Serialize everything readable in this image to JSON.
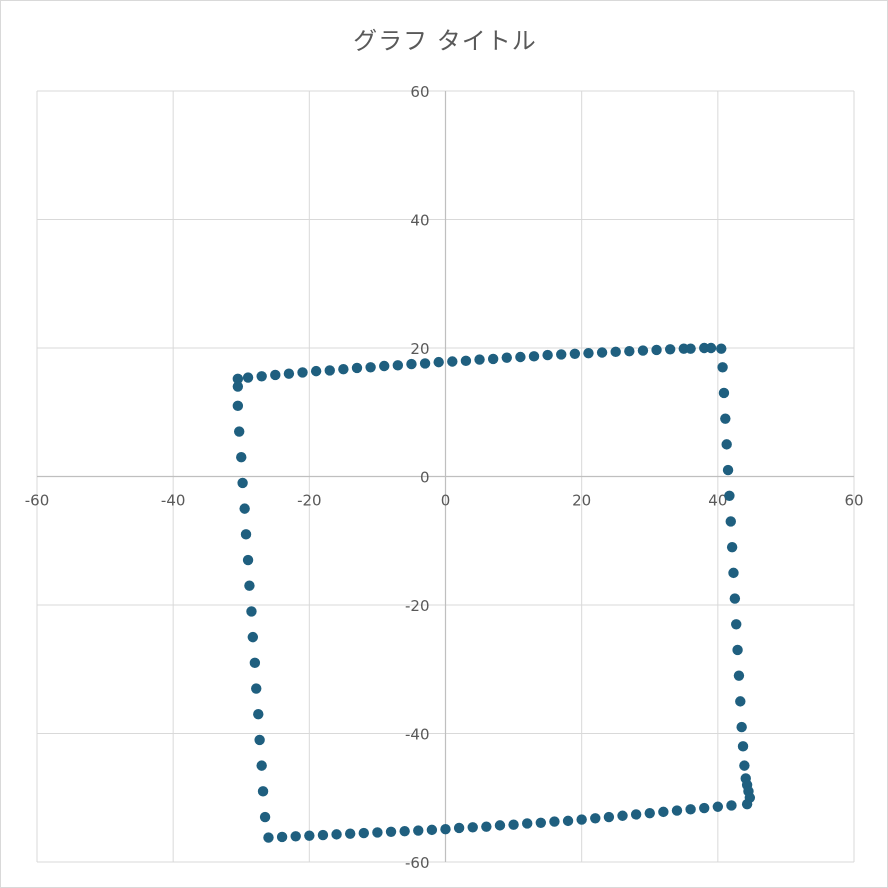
{
  "chart_data": {
    "type": "scatter",
    "title": "グラフ タイトル",
    "xlabel": "",
    "ylabel": "",
    "xlim": [
      -60,
      60
    ],
    "ylim": [
      -60,
      60
    ],
    "x_ticks": [
      -60,
      -40,
      -20,
      0,
      20,
      40,
      60
    ],
    "y_ticks": [
      -60,
      -40,
      -20,
      0,
      20,
      40,
      60
    ],
    "grid": true,
    "legend": "none",
    "marker_color": "#1f5f7f",
    "series": [
      {
        "description": "points tracing a rotated quadrilateral",
        "x": [
          -30.5,
          -29,
          -27,
          -25,
          -23,
          -21,
          -19,
          -17,
          -15,
          -13,
          -11,
          -9,
          -7,
          -5,
          -3,
          -1,
          1,
          3,
          5,
          7,
          9,
          11,
          13,
          15,
          17,
          19,
          21,
          23,
          25,
          27,
          29,
          31,
          33,
          35,
          36,
          38,
          39,
          40.5,
          40.7,
          40.9,
          41.1,
          41.3,
          41.5,
          41.7,
          41.9,
          42.1,
          42.3,
          42.5,
          42.7,
          42.9,
          43.1,
          43.3,
          43.5,
          43.7,
          43.9,
          44.1,
          44.3,
          44.5,
          44.7,
          44.3,
          42,
          40,
          38,
          36,
          34,
          32,
          30,
          28,
          26,
          24,
          22,
          20,
          18,
          16,
          14,
          12,
          10,
          8,
          6,
          4,
          2,
          0,
          -2,
          -4,
          -6,
          -8,
          -10,
          -12,
          -14,
          -16,
          -18,
          -20,
          -22,
          -24,
          -26,
          -26.5,
          -26.8,
          -27.0,
          -27.3,
          -27.5,
          -27.8,
          -28.0,
          -28.3,
          -28.5,
          -28.8,
          -29.0,
          -29.3,
          -29.5,
          -29.8,
          -30.0,
          -30.3,
          -30.5,
          -30.5
        ],
        "y": [
          15.2,
          15.4,
          15.6,
          15.8,
          16.0,
          16.2,
          16.4,
          16.5,
          16.7,
          16.9,
          17.0,
          17.2,
          17.3,
          17.5,
          17.6,
          17.8,
          17.9,
          18.0,
          18.2,
          18.3,
          18.5,
          18.6,
          18.7,
          18.9,
          19.0,
          19.1,
          19.2,
          19.3,
          19.4,
          19.5,
          19.6,
          19.7,
          19.8,
          19.9,
          19.9,
          20.0,
          20.0,
          19.9,
          17,
          13,
          9,
          5,
          1,
          -3,
          -7,
          -11,
          -15,
          -19,
          -23,
          -27,
          -31,
          -35,
          -39,
          -42,
          -45,
          -47,
          -48,
          -49,
          -50,
          -51,
          -51.2,
          -51.4,
          -51.6,
          -51.8,
          -52.0,
          -52.2,
          -52.4,
          -52.6,
          -52.8,
          -53.0,
          -53.2,
          -53.4,
          -53.6,
          -53.7,
          -53.9,
          -54.0,
          -54.2,
          -54.3,
          -54.5,
          -54.6,
          -54.7,
          -54.9,
          -55.0,
          -55.1,
          -55.2,
          -55.3,
          -55.4,
          -55.5,
          -55.6,
          -55.7,
          -55.8,
          -55.9,
          -56.0,
          -56.1,
          -56.2,
          -53,
          -49,
          -45,
          -41,
          -37,
          -33,
          -29,
          -25,
          -21,
          -17,
          -13,
          -9,
          -5,
          -1,
          3,
          7,
          11,
          14
        ]
      }
    ]
  }
}
